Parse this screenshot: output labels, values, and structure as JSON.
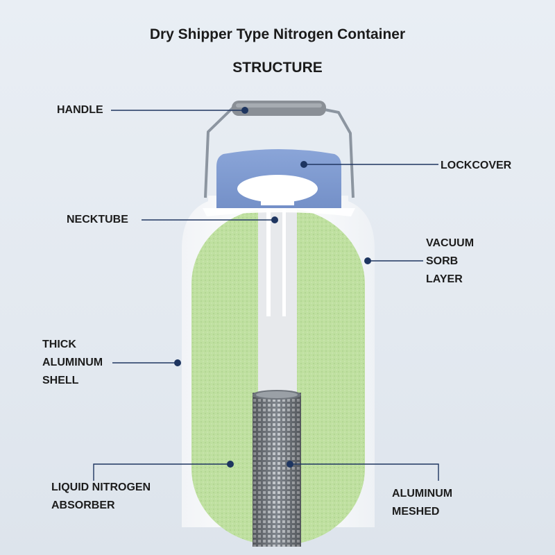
{
  "title": "Dry Shipper Type Nitrogen Container",
  "subtitle": "STRUCTURE",
  "labels": {
    "handle": "HANDLE",
    "lockcover": "LOCKCOVER",
    "necktube": "NECKTUBE",
    "vacuum": [
      "VACUUM",
      "SORB",
      "LAYER"
    ],
    "shell": [
      "THICK",
      "ALUMINUM",
      "SHELL"
    ],
    "absorber": [
      "LIQUID NITROGEN",
      "ABSORBER"
    ],
    "meshed": [
      "ALUMINUM",
      "MESHED"
    ]
  },
  "colors": {
    "line": "#1e3560",
    "lid": "#7f9bd1",
    "absorber": "#bfe0a0",
    "shell": "#ffffff",
    "mesh": "#8a8f96"
  }
}
